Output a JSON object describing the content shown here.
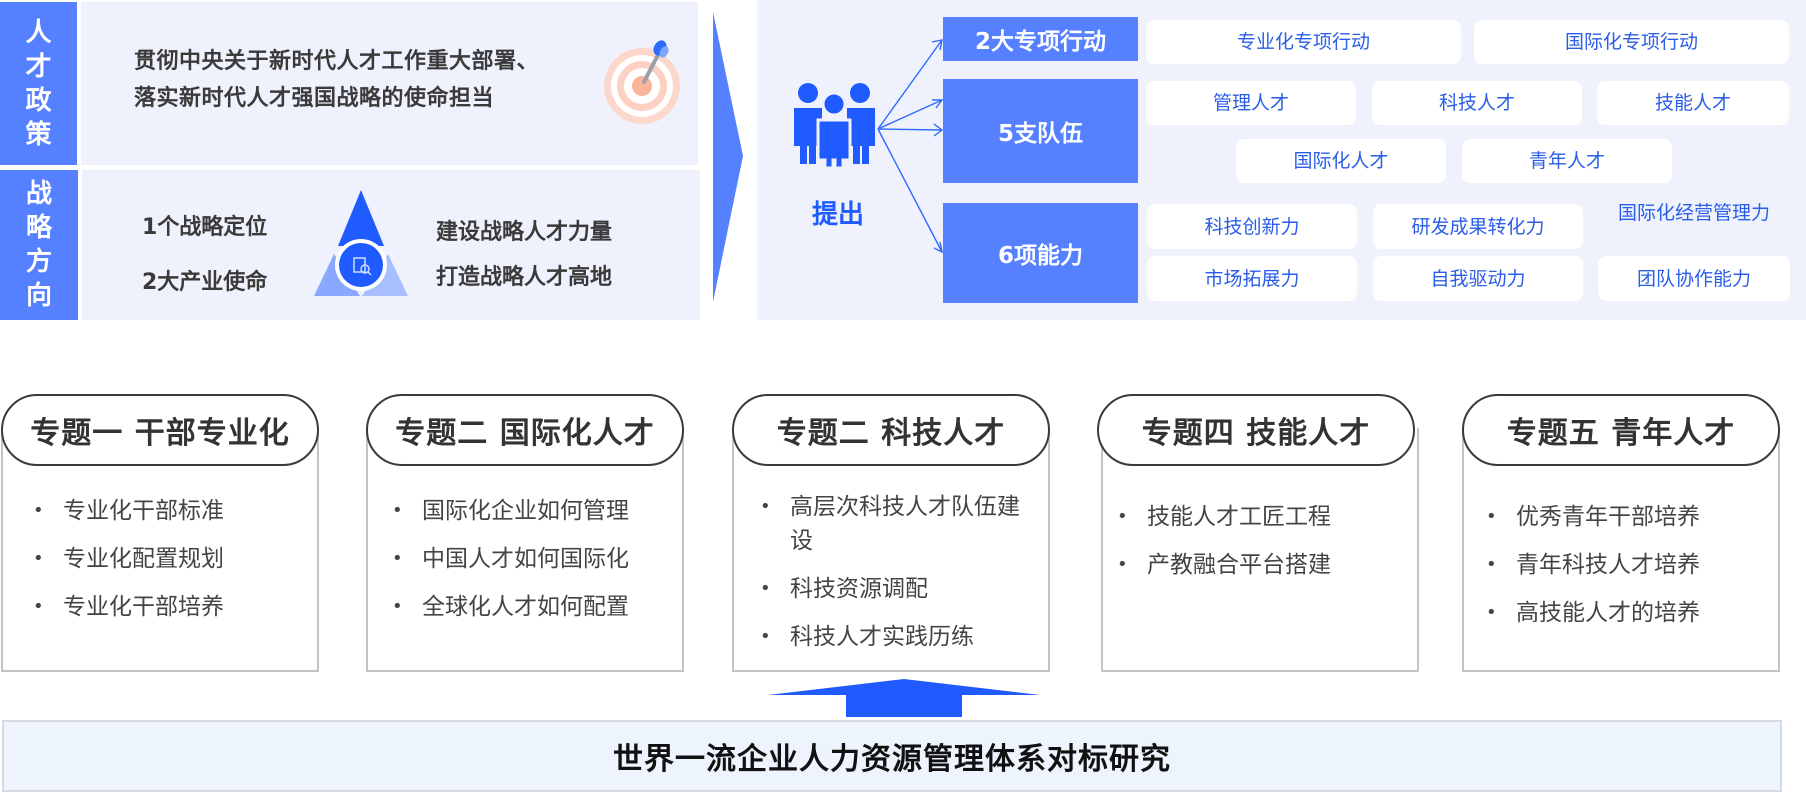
{
  "policy": {
    "label": [
      "人",
      "才",
      "政",
      "策"
    ],
    "text_line1": "贯彻中央关于新时代人才工作重大部署、",
    "text_line2": "落实新时代人才强国战略的使命担当",
    "icon": "target-dart-icon"
  },
  "strategy": {
    "label": [
      "战",
      "略",
      "方",
      "向"
    ],
    "left_items": [
      "1个战略定位",
      "2大产业使命"
    ],
    "right_items": [
      "建设战略人才力量",
      "打造战略人才高地"
    ],
    "icon": "triangle-document-search-icon"
  },
  "proposal": {
    "label": "提出",
    "icon": "people-group-icon",
    "categories": [
      {
        "title": "2大专项行动",
        "items": [
          "专业化专项行动",
          "国际化专项行动"
        ]
      },
      {
        "title": "5支队伍",
        "items": [
          "管理人才",
          "科技人才",
          "技能人才",
          "国际化人才",
          "青年人才"
        ]
      },
      {
        "title": "6项能力",
        "items": [
          "科技创新力",
          "研发成果转化力",
          "国际化经营管理力",
          "市场拓展力",
          "自我驱动力",
          "团队协作能力"
        ]
      }
    ]
  },
  "topics": [
    {
      "title": "专题一 干部专业化",
      "items": [
        "专业化干部标准",
        "专业化配置规划",
        "专业化干部培养"
      ]
    },
    {
      "title": "专题二 国际化人才",
      "items": [
        "国际化企业如何管理",
        "中国人才如何国际化",
        "全球化人才如何配置"
      ]
    },
    {
      "title": "专题二 科技人才",
      "items": [
        "高层次科技人才队伍建设",
        "科技资源调配",
        "科技人才实践历练"
      ]
    },
    {
      "title": "专题四 技能人才",
      "items": [
        "技能人才工匠工程",
        "产教融合平台搭建"
      ]
    },
    {
      "title": "专题五 青年人才",
      "items": [
        "优秀青年干部培养",
        "青年科技人才培养",
        "高技能人才的培养"
      ]
    }
  ],
  "foundation": {
    "title": "世界一流企业人力资源管理体系对标研究"
  },
  "colors": {
    "primary_blue": "#5580ff",
    "deep_blue": "#1f5bff",
    "chip_text": "#2b5ee8",
    "panel_bg": "#eff2fd",
    "foundation_bg": "#eef4fe"
  }
}
